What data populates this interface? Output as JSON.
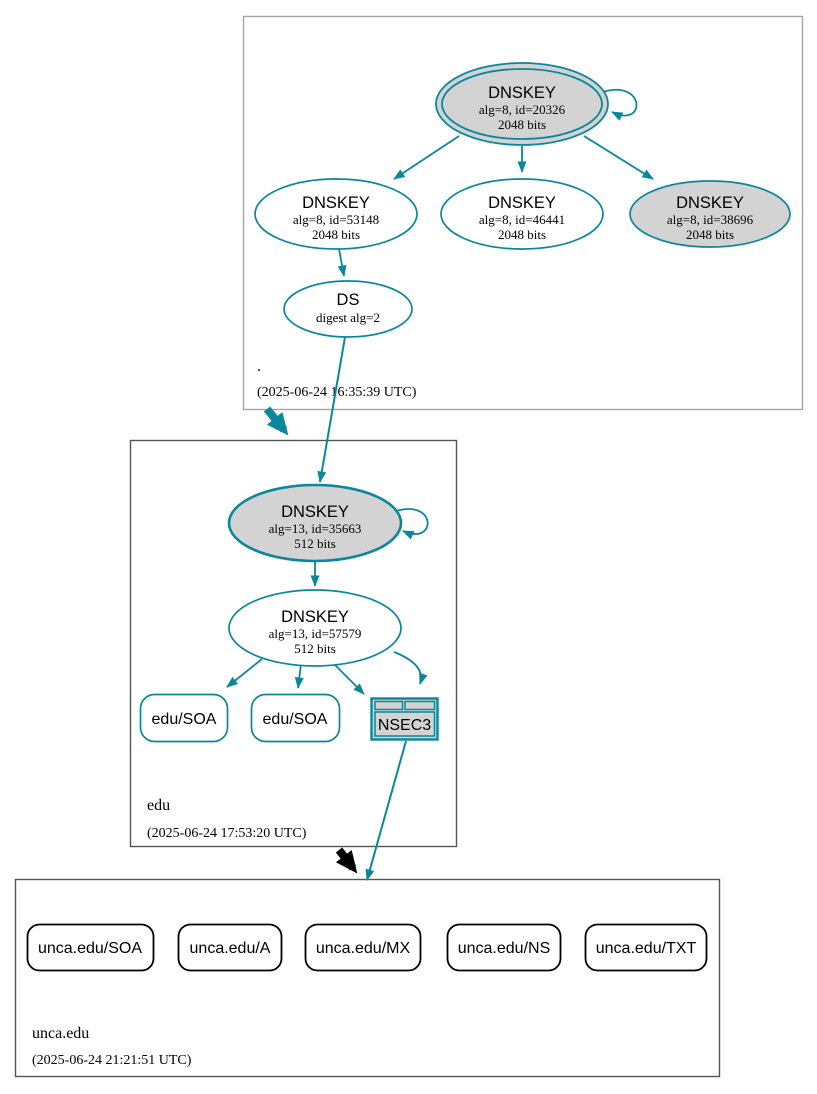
{
  "colors": {
    "edge_teal": "#0a879a",
    "node_fill_gray": "#d3d3d3",
    "node_fill_white": "#ffffff",
    "black": "#000000",
    "zone_box_root_border": "#a5a5a5",
    "zone_box_border": "#555555"
  },
  "zones": {
    "root": {
      "label": ".",
      "timestamp": "(2025-06-24 16:35:39 UTC)",
      "nodes": {
        "ksk20326": {
          "title": "DNSKEY",
          "detail1": "alg=8, id=20326",
          "detail2": "2048 bits"
        },
        "key53148": {
          "title": "DNSKEY",
          "detail1": "alg=8, id=53148",
          "detail2": "2048 bits"
        },
        "key46441": {
          "title": "DNSKEY",
          "detail1": "alg=8, id=46441",
          "detail2": "2048 bits"
        },
        "key38696": {
          "title": "DNSKEY",
          "detail1": "alg=8, id=38696",
          "detail2": "2048 bits"
        },
        "ds": {
          "title": "DS",
          "detail1": "digest alg=2"
        }
      }
    },
    "edu": {
      "label": "edu",
      "timestamp": "(2025-06-24 17:53:20 UTC)",
      "nodes": {
        "ksk35663": {
          "title": "DNSKEY",
          "detail1": "alg=13, id=35663",
          "detail2": "512 bits"
        },
        "zsk57579": {
          "title": "DNSKEY",
          "detail1": "alg=13, id=57579",
          "detail2": "512 bits"
        },
        "soa1": {
          "label": "edu/SOA"
        },
        "soa2": {
          "label": "edu/SOA"
        },
        "nsec3": {
          "label": "NSEC3"
        }
      }
    },
    "unca": {
      "label": "unca.edu",
      "timestamp": "(2025-06-24 21:21:51 UTC)",
      "nodes": {
        "soa": {
          "label": "unca.edu/SOA"
        },
        "a": {
          "label": "unca.edu/A"
        },
        "mx": {
          "label": "unca.edu/MX"
        },
        "ns": {
          "label": "unca.edu/NS"
        },
        "txt": {
          "label": "unca.edu/TXT"
        }
      }
    }
  }
}
